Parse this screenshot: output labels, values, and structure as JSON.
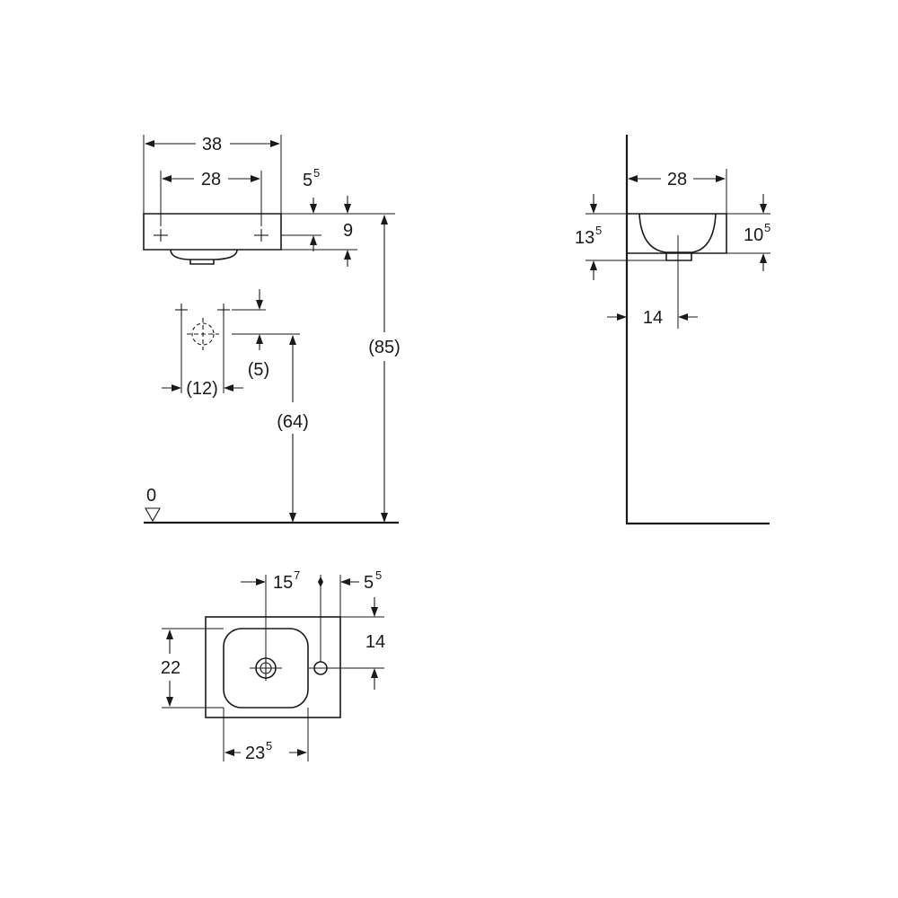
{
  "front_view": {
    "width_overall": "38",
    "tap_hole_spacing": "28",
    "top_offset": {
      "base": "5",
      "sup": "5"
    },
    "bowl_height": "9",
    "total_height": "(85)",
    "waste_spacing": "(12)",
    "waste_vertical_offset": "(5)",
    "waste_height": "(64)",
    "floor_level": "0"
  },
  "side_view": {
    "depth": "28",
    "height_left": {
      "base": "13",
      "sup": "5"
    },
    "height_right": {
      "base": "10",
      "sup": "5"
    },
    "drain_offset": "14"
  },
  "top_view": {
    "drain_center_offset": {
      "base": "15",
      "sup": "7"
    },
    "tap_edge_offset": {
      "base": "5",
      "sup": "5"
    },
    "depth": "22",
    "drain_depth": "14",
    "bowl_width": {
      "base": "23",
      "sup": "5"
    }
  }
}
